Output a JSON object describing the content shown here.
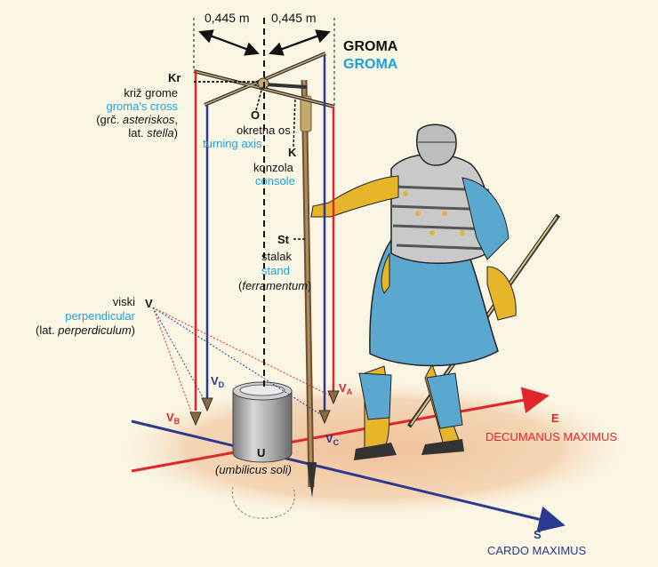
{
  "dimensions": {
    "left": "0,445 m",
    "right": "0,445 m"
  },
  "title": {
    "hr": "GROMA",
    "en": "GROMA"
  },
  "cross": {
    "code": "Kr",
    "hr": "križ grome",
    "en": "groma's cross",
    "extra_prefix": "(grč. ",
    "extra_greek": "asteriskos",
    "extra_suffix": ",",
    "latin_prefix": "lat. ",
    "latin": "stella",
    "latin_suffix": ")"
  },
  "axis": {
    "code": "O",
    "hr": "okretna os",
    "en": "turning axis"
  },
  "console": {
    "code": "K",
    "hr": "konzola",
    "en": "console"
  },
  "stand": {
    "code": "St",
    "hr": "stalak",
    "en": "stand",
    "latin_open": "(",
    "latin": "ferramentum",
    "latin_close": ")"
  },
  "plumb": {
    "code": "V",
    "hr": "viski",
    "en": "perpendicular",
    "latin_prefix": "(lat. ",
    "latin": "perperdiculum",
    "latin_suffix": ")"
  },
  "weights": {
    "a": {
      "base": "V",
      "sub": "A"
    },
    "b": {
      "base": "V",
      "sub": "B"
    },
    "c": {
      "base": "V",
      "sub": "C"
    },
    "d": {
      "base": "V",
      "sub": "D"
    }
  },
  "umbilicus": {
    "code": "U",
    "latin": "(umbilicus soli)"
  },
  "decumanus": {
    "code": "E",
    "name": "DECUMANUS  MAXIMUS"
  },
  "cardo": {
    "code": "S",
    "name": "CARDO MAXIMUS"
  },
  "colors": {
    "red": "#e0252b",
    "blue": "#2b3a8f",
    "cyan": "#1aa3d9",
    "skin": "#e7b52a",
    "tunic": "#5aa8d0",
    "ground": "#f3d2ae"
  }
}
